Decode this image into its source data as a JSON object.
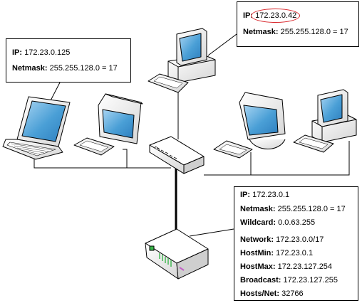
{
  "laptop_callout": {
    "ip_label": "IP:",
    "ip_value": "172.23.0.125",
    "netmask_label": "Netmask:",
    "netmask_value": "255.255.128.0 = 17"
  },
  "pc_callout": {
    "ip_label": "IP:",
    "ip_value": "172.23.0.42",
    "netmask_label": "Netmask:",
    "netmask_value": "255.255.128.0 = 17",
    "highlight_color": "#d8262b"
  },
  "router_callout": {
    "ip_label": "IP:",
    "ip_value": "172.23.0.1",
    "netmask_label": "Netmask:",
    "netmask_value": "255.255.128.0 = 17",
    "wildcard_label": "Wildcard:",
    "wildcard_value": "0.0.63.255",
    "network_label": "Network:",
    "network_value": "172.23.0.0/17",
    "hostmin_label": "HostMin:",
    "hostmin_value": "172.23.0.1",
    "hostmax_label": "HostMax:",
    "hostmax_value": "172.23.127.254",
    "broadcast_label": "Broadcast:",
    "broadcast_value": "172.23.127.255",
    "hostsnet_label": "Hosts/Net:",
    "hostsnet_value": "32766"
  },
  "devices": [
    "laptop-icon",
    "desktop-monitor-icon",
    "tower-pc-icon",
    "crt-monitor-icon",
    "tower-pc-icon",
    "switch-icon",
    "router-icon"
  ],
  "colors": {
    "screen": "#4a9fd6",
    "device_body": "#eeeeee",
    "router_led": "#39b54a",
    "router_port": "#c35fc7"
  }
}
